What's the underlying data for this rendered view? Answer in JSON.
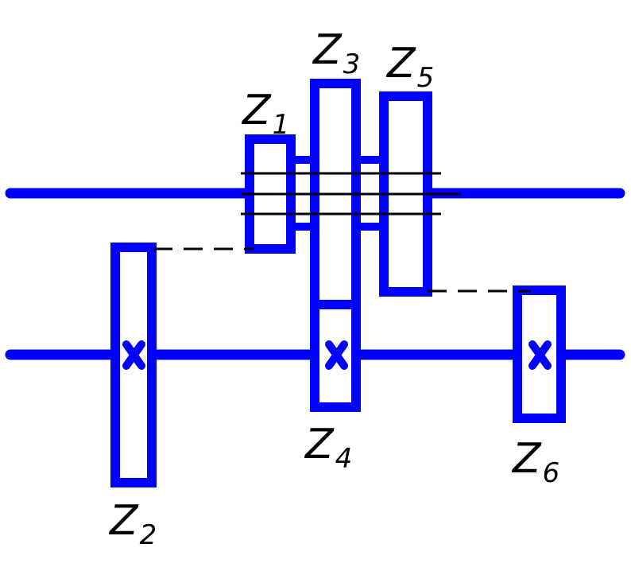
{
  "colors": {
    "part": "#0000ff",
    "line": "#000000",
    "label": "#000000",
    "background": "#ffffff"
  },
  "labels": {
    "z1": {
      "letter": "Z",
      "index": "1"
    },
    "z2": {
      "letter": "Z",
      "index": "2"
    },
    "z3": {
      "letter": "Z",
      "index": "3"
    },
    "z4": {
      "letter": "Z",
      "index": "4"
    },
    "z5": {
      "letter": "Z",
      "index": "5"
    },
    "z6": {
      "letter": "Z",
      "index": "6"
    }
  },
  "symbols": {
    "fixed_gear": "x-mark-icon"
  }
}
